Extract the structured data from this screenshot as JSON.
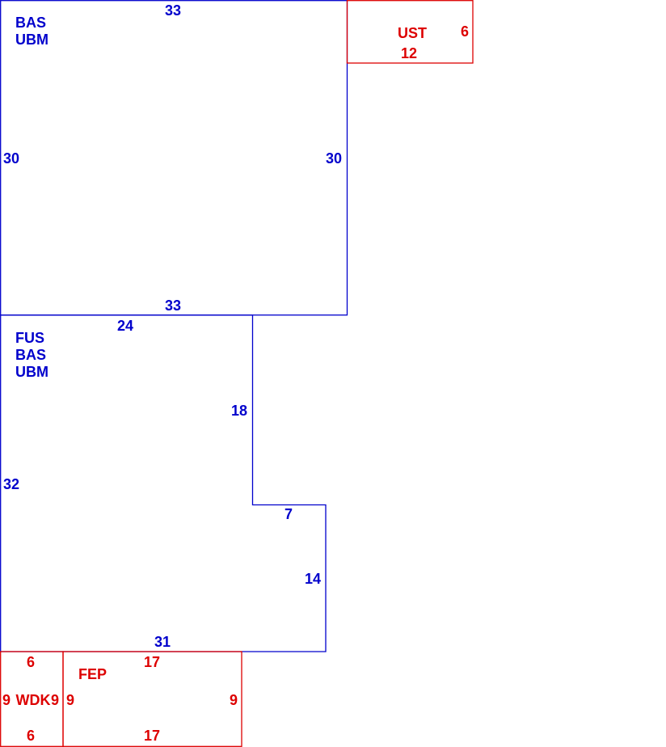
{
  "colors": {
    "main_structure": "#0000cc",
    "attached_structure": "#dd0000",
    "background": "#ffffff"
  },
  "areas": {
    "upper_main": {
      "codes": [
        "BAS",
        "UBM"
      ],
      "dimensions": {
        "top": "33",
        "left": "30",
        "right": "30",
        "bottom": "33"
      }
    },
    "upper_storage": {
      "code": "UST",
      "dimensions": {
        "right": "6",
        "bottom": "12"
      }
    },
    "lower_main": {
      "codes": [
        "FUS",
        "BAS",
        "UBM"
      ],
      "dimensions": {
        "top": "24",
        "upper_right": "18",
        "left": "32",
        "step": "7",
        "lower_right": "14",
        "bottom": "31"
      }
    },
    "wood_deck": {
      "code": "WDK",
      "dimensions": {
        "top": "6",
        "left": "9",
        "right": "9",
        "bottom": "6"
      }
    },
    "porch": {
      "code": "FEP",
      "dimensions": {
        "top": "17",
        "left": "9",
        "right": "9",
        "bottom": "17"
      }
    }
  }
}
